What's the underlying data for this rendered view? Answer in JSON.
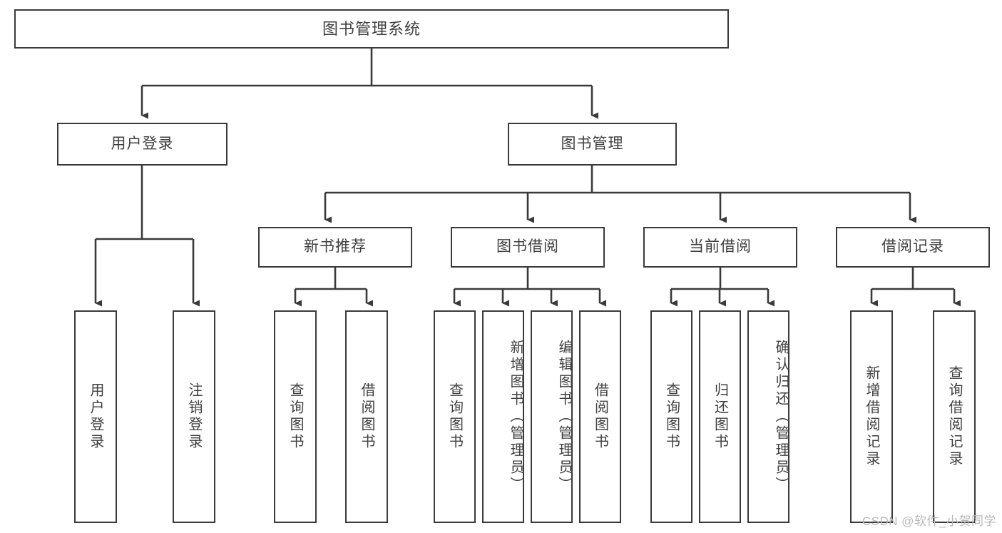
{
  "diagram": {
    "title": "图书管理系统",
    "watermark": "CSDN @软件_小贺同学",
    "root": {
      "label": "图书管理系统"
    },
    "level1": [
      {
        "label": "用户登录"
      },
      {
        "label": "图书管理"
      }
    ],
    "level2": [
      {
        "label": "新书推荐"
      },
      {
        "label": "图书借阅"
      },
      {
        "label": "当前借阅"
      },
      {
        "label": "借阅记录"
      }
    ],
    "leaves": {
      "user_login": [
        {
          "label": "用户登录"
        },
        {
          "label": "注销登录"
        }
      ],
      "new_book": [
        {
          "label": "查询图书"
        },
        {
          "label": "借阅图书"
        }
      ],
      "book_borrow": [
        {
          "label": "查询图书"
        },
        {
          "label": "新增图书（管理员）"
        },
        {
          "label": "编辑图书（管理员）"
        },
        {
          "label": "借阅图书"
        }
      ],
      "current_borrow": [
        {
          "label": "查询图书"
        },
        {
          "label": "归还图书"
        },
        {
          "label": "确认归还（管理员）"
        }
      ],
      "borrow_record": [
        {
          "label": "新增借阅记录"
        },
        {
          "label": "查询借阅记录"
        }
      ]
    },
    "colors": {
      "stroke": "#3a3a3a",
      "text": "#3f3f3f",
      "background": "#ffffff",
      "watermark": "#b9b9b9"
    }
  }
}
